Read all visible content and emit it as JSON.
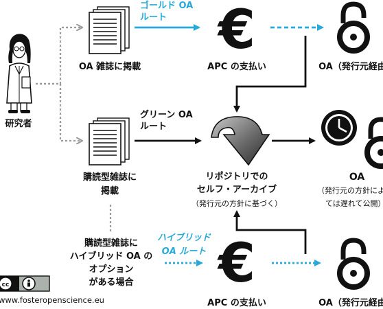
{
  "researcher": {
    "label": "研究者"
  },
  "routes": {
    "gold": {
      "line1": "ゴールド OA",
      "line2": "ルート"
    },
    "green": {
      "line1": "グリーン OA",
      "line2": "ルート"
    },
    "hybrid": {
      "line1": "ハイブリッド",
      "line2": "OA ルート"
    }
  },
  "nodes": {
    "oa_journal": {
      "label": "OA 雑誌に掲載"
    },
    "subscription_journal": {
      "line1": "購読型雑誌に",
      "line2": "掲載"
    },
    "hybrid_option": {
      "line1": "購読型雑誌に",
      "line2": "ハイブリッド OA の",
      "line3": "オプション",
      "line4": "がある場合"
    },
    "apc_top": {
      "label": "APC の支払い"
    },
    "apc_bottom": {
      "label": "APC の支払い"
    },
    "repository": {
      "line1": "リポジトリでの",
      "line2": "セルフ・アーカイブ",
      "line3": "（発行元の方針に基づく）"
    },
    "oa_top": {
      "label": "OA（発行元経由）"
    },
    "oa_middle": {
      "line1": "OA",
      "line2": "（発行元の方針によっ",
      "line3": "ては遅れて公開）"
    },
    "oa_bottom": {
      "label": "OA（発行元経由）"
    }
  },
  "footer": {
    "url": "www.fosteropenscience.eu"
  },
  "icons": {
    "euro_top": "euro-icon",
    "euro_bottom": "euro-icon",
    "open_lock_top": "open-access-lock-icon",
    "open_lock_middle": "open-access-lock-icon",
    "open_lock_bottom": "open-access-lock-icon",
    "clock": "clock-icon",
    "repository_arrow": "curved-arrow-icon",
    "document_stack_top": "document-stack-icon",
    "document_stack_middle": "document-stack-icon",
    "license_badge": "cc-by-icon",
    "researcher_figure": "researcher-icon"
  },
  "colors": {
    "gold_route": "#29a9d8",
    "hybrid_route": "#29a9d8",
    "green_route": "#111111",
    "connector_dotted": "#9a9a9a"
  }
}
